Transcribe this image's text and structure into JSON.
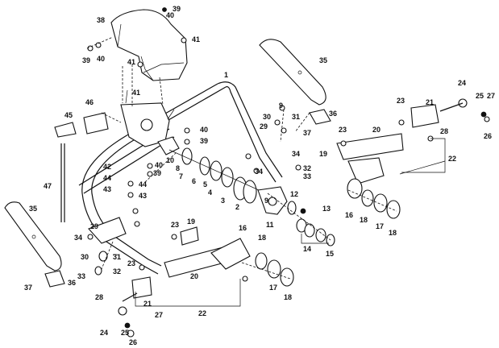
{
  "labels": {
    "p1": "1",
    "p2": "2",
    "p3": "3",
    "p4": "4",
    "p5": "5",
    "p6": "6",
    "p7": "7",
    "p8": "8",
    "p9a": "9",
    "p9b": "9",
    "p10": "10",
    "p11": "11",
    "p12": "12",
    "p13": "13",
    "p14": "14",
    "p15": "15",
    "p16a": "16",
    "p16b": "16",
    "p17a": "17",
    "p17b": "17",
    "p18a": "18",
    "p18b": "18",
    "p18c": "18",
    "p18d": "18",
    "p19a": "19",
    "p19b": "19",
    "p20a": "20",
    "p20b": "20",
    "p21a": "21",
    "p21b": "21",
    "p22a": "22",
    "p22b": "22",
    "p23a": "23",
    "p23b": "23",
    "p23c": "23",
    "p23d": "23",
    "p24a": "24",
    "p24b": "24",
    "p25a": "25",
    "p25b": "25",
    "p26a": "26",
    "p26b": "26",
    "p27a": "27",
    "p27b": "27",
    "p28a": "28",
    "p28b": "28",
    "p29a": "29",
    "p29b": "29",
    "p30a": "30",
    "p30b": "30",
    "p31a": "31",
    "p31b": "31",
    "p32a": "32",
    "p32b": "32",
    "p33a": "33",
    "p33b": "33",
    "p34a": "34",
    "p34b": "34",
    "p34c": "34",
    "p35a": "35",
    "p35b": "35",
    "p36a": "36",
    "p36b": "36",
    "p37a": "37",
    "p37b": "37",
    "p38": "38",
    "p39a": "39",
    "p39b": "39",
    "p39c": "39",
    "p39d": "39",
    "p40a": "40",
    "p40b": "40",
    "p40c": "40",
    "p40d": "40",
    "p41a": "41",
    "p41b": "41",
    "p41c": "41",
    "p42": "42",
    "p43a": "43",
    "p43b": "43",
    "p44a": "44",
    "p44b": "44",
    "p45": "45",
    "p46": "46",
    "p47": "47"
  }
}
